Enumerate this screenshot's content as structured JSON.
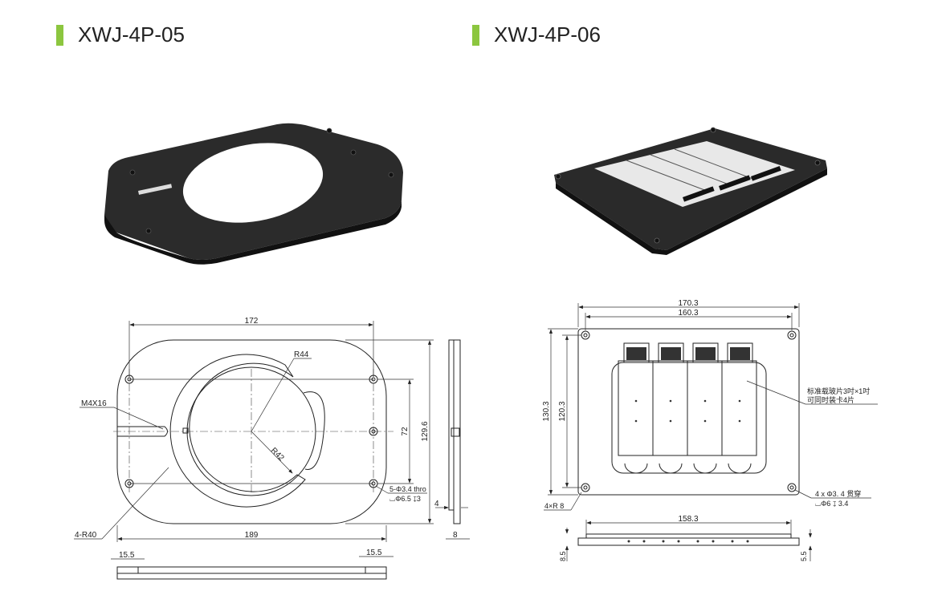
{
  "products": [
    {
      "title": "XWJ-4P-05",
      "dims": {
        "width_holes": "172",
        "width_total": "189",
        "hole_pitch_v": "72",
        "height_total": "129.6",
        "r_outer": "R44",
        "r_inner": "R42",
        "thread": "M4X16",
        "corner_radius": "4-R40",
        "hole_spec": "5-Φ3.4 thro",
        "counterbore": "⌴Φ6.5 ↧3",
        "step": "4",
        "thickness": "8",
        "slot_left": "15.5",
        "slot_right": "15.5"
      }
    },
    {
      "title": "XWJ-4P-06",
      "dims": {
        "width_total": "170.3",
        "width_holes": "160.3",
        "height_total": "130.3",
        "height_holes": "120.3",
        "note_line1": "标准载玻片3吋×1吋",
        "note_line2": "可同时装卡4片",
        "corner_radius": "4×R 8",
        "hole_spec": "4 x Φ3. 4  贯穿",
        "counterbore": "⌴Φ6 ↧ 3.4",
        "side_length": "158.3",
        "height_left": "8.5",
        "height_right": "5.5"
      }
    }
  ],
  "colors": {
    "accent": "#8cc63f",
    "product": "#2a2a2a"
  }
}
